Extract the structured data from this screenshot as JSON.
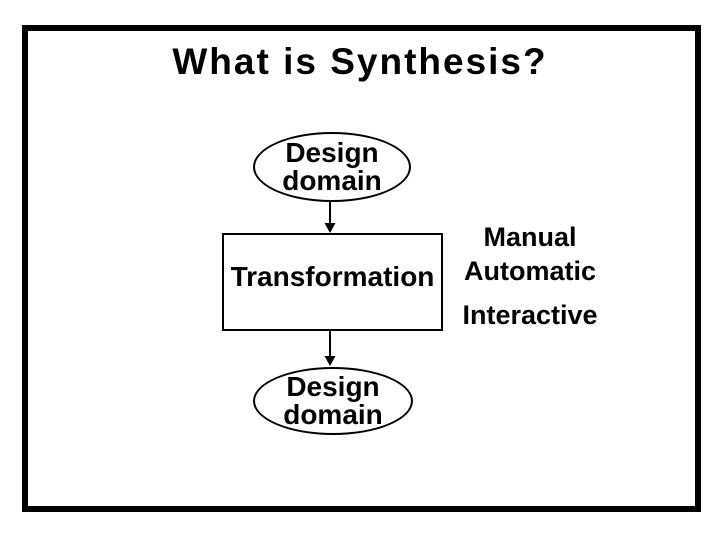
{
  "slide": {
    "title": "What is Synthesis?"
  },
  "diagram": {
    "source_node": {
      "shape": "ellipse",
      "label": "Design domain",
      "lines": [
        "Design",
        "domain"
      ]
    },
    "process_node": {
      "shape": "rectangle",
      "label": "Transformation"
    },
    "target_node": {
      "shape": "ellipse",
      "label": "Design domain",
      "lines": [
        "Design",
        "domain"
      ]
    },
    "methods": [
      "Manual",
      "Automatic",
      "Interactive"
    ],
    "flow": [
      {
        "from": "Design domain",
        "to": "Transformation"
      },
      {
        "from": "Transformation",
        "to": "Design domain"
      }
    ]
  },
  "colors": {
    "ink": "#000000",
    "paper": "#ffffff"
  }
}
